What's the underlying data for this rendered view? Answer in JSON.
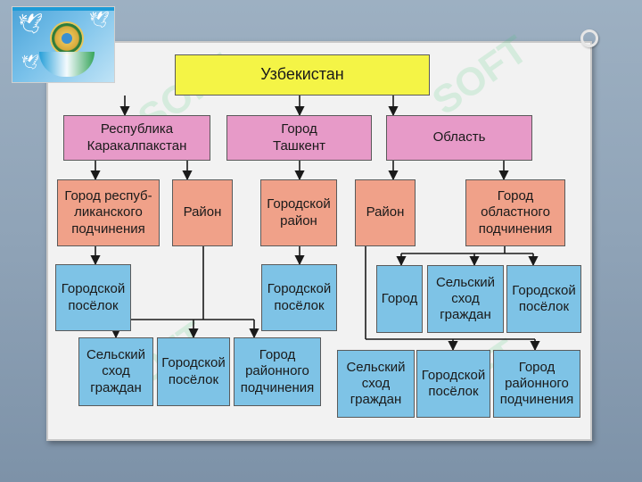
{
  "nodes": {
    "root": "Узбекистан",
    "karakalpakstan": "Республика\nКаракалпакстан",
    "tashkent": "Город\nТашкент",
    "oblast": "Область",
    "kk_city": "Город респуб-\nликанского\nподчинения",
    "kk_rayon": "Район",
    "t_rayon": "Городской\nрайон",
    "o_rayon": "Район",
    "o_city": "Город\nобластного\nподчинения",
    "kk_city_poselok": "Городской\nпосёлок",
    "kkr_shod": "Сельский\nсход\nграждан",
    "kkr_poselok": "Городской\nпосёлок",
    "kkr_city": "Город\nрайонного\nподчинения",
    "t_poselok": "Городской\nпосёлок",
    "oc_city": "Город",
    "oc_shod": "Сельский\nсход\nграждан",
    "oc_poselok": "Городской\nпосёлок",
    "or_shod": "Сельский\nсход\nграждан",
    "or_poselok": "Городской\nпосёлок",
    "or_city": "Город\nрайонного\nподчинения"
  },
  "colors": {
    "level0": "#f4f446",
    "level1": "#e79ac8",
    "level2": "#f0a189",
    "level3": "#7ec3e6"
  }
}
